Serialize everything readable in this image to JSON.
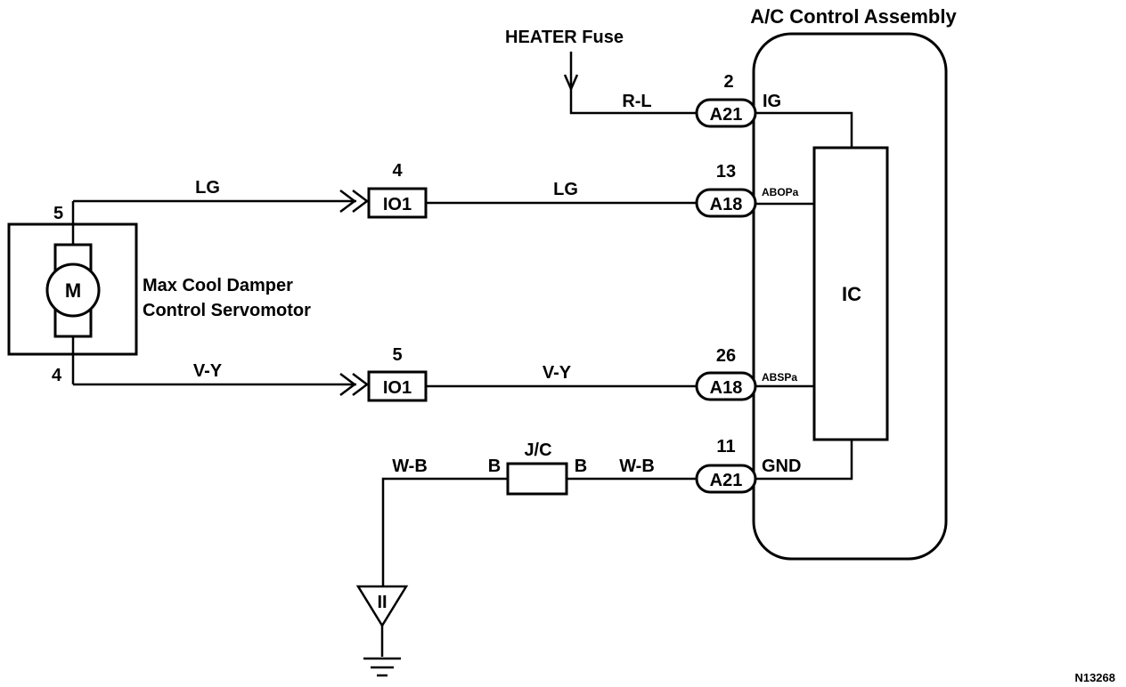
{
  "heater_fuse": "HEATER Fuse",
  "ac_assembly": "A/C Control Assembly",
  "motor": {
    "symbol": "M",
    "name_line1": "Max Cool Damper",
    "name_line2": "Control Servomotor",
    "pin_top": "5",
    "pin_bottom": "4"
  },
  "wires": {
    "rl": "R-L",
    "lg_left": "LG",
    "lg_right": "LG",
    "vy_left": "V-Y",
    "vy_right": "V-Y",
    "wb_left": "W-B",
    "wb_right": "W-B"
  },
  "connectors": {
    "io1_top": {
      "id": "IO1",
      "pin": "4"
    },
    "io1_bottom": {
      "id": "IO1",
      "pin": "5"
    },
    "a21_top": {
      "id": "A21",
      "pin": "2"
    },
    "a18_top": {
      "id": "A18",
      "pin": "13"
    },
    "a18_bottom": {
      "id": "A18",
      "pin": "26"
    },
    "a21_bottom": {
      "id": "A21",
      "pin": "11"
    }
  },
  "terminals": {
    "ig": "IG",
    "abop": "ABOPa",
    "absp": "ABSPa",
    "gnd": "GND"
  },
  "ic": "IC",
  "jc": {
    "label": "J/C",
    "left": "B",
    "right": "B"
  },
  "ground_mark": "II",
  "figure_code": "N13268"
}
